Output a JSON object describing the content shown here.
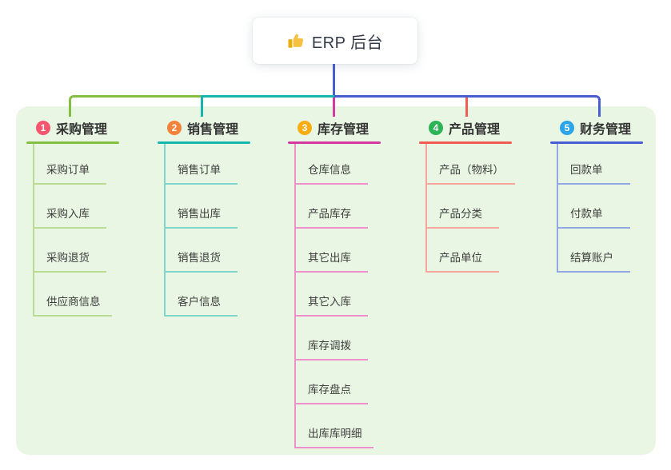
{
  "canvas": {
    "background": "#ffffff",
    "panel_background": "#e9f6e3"
  },
  "root": {
    "label": "ERP 后台",
    "icon": "thumbs-up-icon",
    "icon_color": "#f6c040",
    "connector_color": "#4a5ed3"
  },
  "branches": [
    {
      "number": "1",
      "title": "采购管理",
      "badge_color": "#f5566d",
      "line_color": "#84bf41",
      "child_line_color": "#b8dc92",
      "children": [
        "采购订单",
        "采购入库",
        "采购退货",
        "供应商信息"
      ]
    },
    {
      "number": "2",
      "title": "销售管理",
      "badge_color": "#f5823a",
      "line_color": "#16b6ad",
      "child_line_color": "#7fd6cd",
      "children": [
        "销售订单",
        "销售出库",
        "销售退货",
        "客户信息"
      ]
    },
    {
      "number": "3",
      "title": "库存管理",
      "badge_color": "#f9ac13",
      "line_color": "#d3399f",
      "child_line_color": "#f090ca",
      "children": [
        "仓库信息",
        "产品库存",
        "其它出库",
        "其它入库",
        "库存调拨",
        "库存盘点",
        "出库库明细"
      ]
    },
    {
      "number": "4",
      "title": "产品管理",
      "badge_color": "#2db456",
      "line_color": "#f15c55",
      "child_line_color": "#f7a69e",
      "children": [
        "产品（物料）",
        "产品分类",
        "产品单位"
      ]
    },
    {
      "number": "5",
      "title": "财务管理",
      "badge_color": "#2aa5e9",
      "line_color": "#4a5ed3",
      "child_line_color": "#93a7e2",
      "children": [
        "回款单",
        "付款单",
        "结算账户"
      ]
    }
  ]
}
